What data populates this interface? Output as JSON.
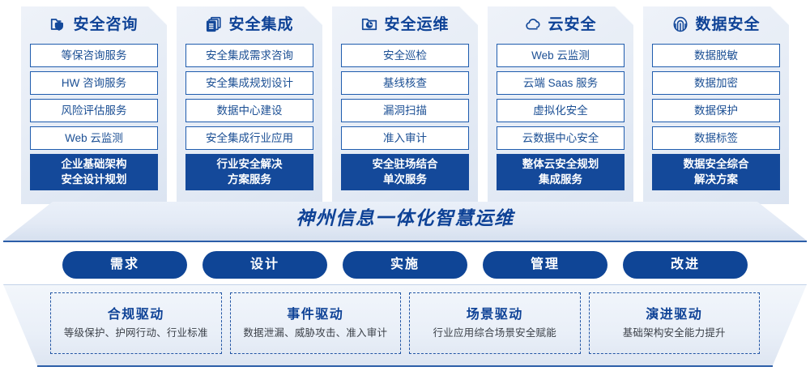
{
  "pillars": [
    {
      "icon": "folder-shield-icon",
      "title": "安全咨询",
      "items": [
        "等保咨询服务",
        "HW 咨询服务",
        "风险评估服务",
        "Web 云监测"
      ],
      "highlight": [
        "企业基础架构",
        "安全设计规划"
      ]
    },
    {
      "icon": "stacked-documents-icon",
      "title": "安全集成",
      "items": [
        "安全集成需求咨询",
        "安全集成规划设计",
        "数据中心建设",
        "安全集成行业应用"
      ],
      "highlight": [
        "行业安全解决",
        "方案服务"
      ]
    },
    {
      "icon": "monitor-chart-icon",
      "title": "安全运维",
      "items": [
        "安全巡检",
        "基线核查",
        "漏洞扫描",
        "准入审计"
      ],
      "highlight": [
        "安全驻场结合",
        "单次服务"
      ]
    },
    {
      "icon": "cloud-icon",
      "title": "云安全",
      "items": [
        "Web 云监测",
        "云端 Saas 服务",
        "虚拟化安全",
        "云数据中心安全"
      ],
      "highlight": [
        "整体云安全规划",
        "集成服务"
      ]
    },
    {
      "icon": "fingerprint-icon",
      "title": "数据安全",
      "items": [
        "数据脱敏",
        "数据加密",
        "数据保护",
        "数据标签"
      ],
      "highlight": [
        "数据安全综合",
        "解决方案"
      ]
    }
  ],
  "banner": {
    "title": "神州信息一体化智慧运维"
  },
  "phases": [
    "需求",
    "设计",
    "实施",
    "管理",
    "改进"
  ],
  "drivers": [
    {
      "title": "合规驱动",
      "subtitle": "等级保护、护网行动、行业标准"
    },
    {
      "title": "事件驱动",
      "subtitle": "数据泄漏、威胁攻击、准入审计"
    },
    {
      "title": "场景驱动",
      "subtitle": "行业应用综合场景安全赋能"
    },
    {
      "title": "演进驱动",
      "subtitle": "基础架构安全能力提升"
    }
  ],
  "colors": {
    "brand_blue": "#0e4296",
    "pill_blue": "#0f4596",
    "highlight_blue": "#14499a",
    "item_border": "#1f5cae",
    "item_text": "#1b4f94",
    "dashed_border": "#2255a4"
  }
}
